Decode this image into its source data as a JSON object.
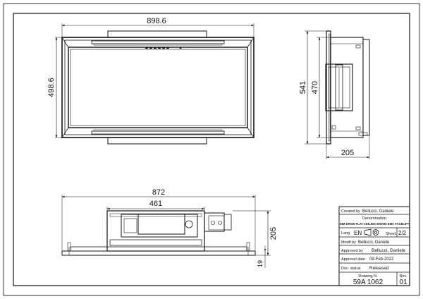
{
  "dimensions": {
    "front_width": "898.6",
    "front_height": "498.6",
    "side_height_outer": "541",
    "side_height_inner": "470",
    "side_depth": "205",
    "bottom_width": "872",
    "bottom_inner_width": "461",
    "bottom_height": "205",
    "bottom_small": "19"
  },
  "title_block": {
    "created_by_label": "Created by",
    "created_by_value": "Bellucci, Daniele",
    "denomination_label": "Denomination",
    "denomination_value": "DIM DRAW FLAT CEILING 900X50 EMC FACELIFT",
    "lang_label": "Lang.",
    "lang_value": "EN",
    "sheet_label": "Sheet",
    "sheet_value": "2/2",
    "modified_by_label": "Modif.by",
    "modified_by_value": "Bellucci, Daniele",
    "approved_by_label": "Approved by",
    "approved_by_value": "Bellucci, Daniele",
    "approval_date_label": "Approval date",
    "approval_date_value": "09-Feb-2022",
    "doc_status_label": "Doc. status",
    "doc_status_value": "Released",
    "drawing_no_label": "Drawing N.",
    "drawing_no_value": "59A 1062",
    "rev_label": "Rev.",
    "rev_value": "01"
  }
}
